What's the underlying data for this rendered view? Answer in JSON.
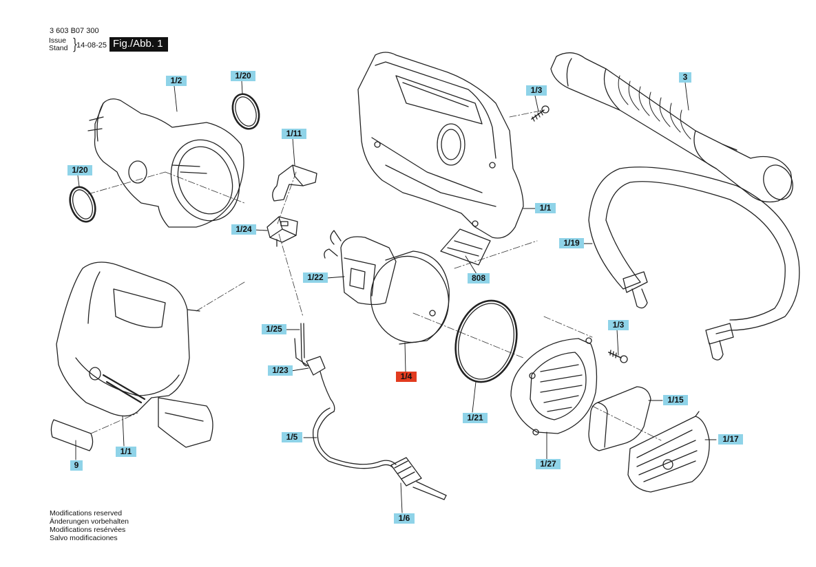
{
  "header": {
    "part_number": "3 603 B07 300",
    "issue_label": "Issue",
    "stand_label": "Stand",
    "date": "14-08-25",
    "figure_label": "Fig./Abb. 1"
  },
  "callouts": {
    "c1_2": "1/2",
    "c1_20a": "1/20",
    "c1_20b": "1/20",
    "c1_11": "1/11",
    "c1_24": "1/24",
    "c1_3a": "1/3",
    "c1_1a": "1/1",
    "c3": "3",
    "c1_19": "1/19",
    "c808": "808",
    "c1_22": "1/22",
    "c1_25": "1/25",
    "c1_23": "1/23",
    "c1_4": "1/4",
    "c1_3b": "1/3",
    "c1_21": "1/21",
    "c1_15": "1/15",
    "c1_17": "1/17",
    "c1_27": "1/27",
    "c1_5": "1/5",
    "c1_6": "1/6",
    "c9": "9",
    "c1_1b": "1/1"
  },
  "highlight_color": "#e23b1f",
  "callout_color": "#8fd3e8",
  "footer": {
    "line1": "Modifications reserved",
    "line2": "Änderungen vorbehalten",
    "line3": "Modifications resérvées",
    "line4": "Salvo modificaciones"
  }
}
